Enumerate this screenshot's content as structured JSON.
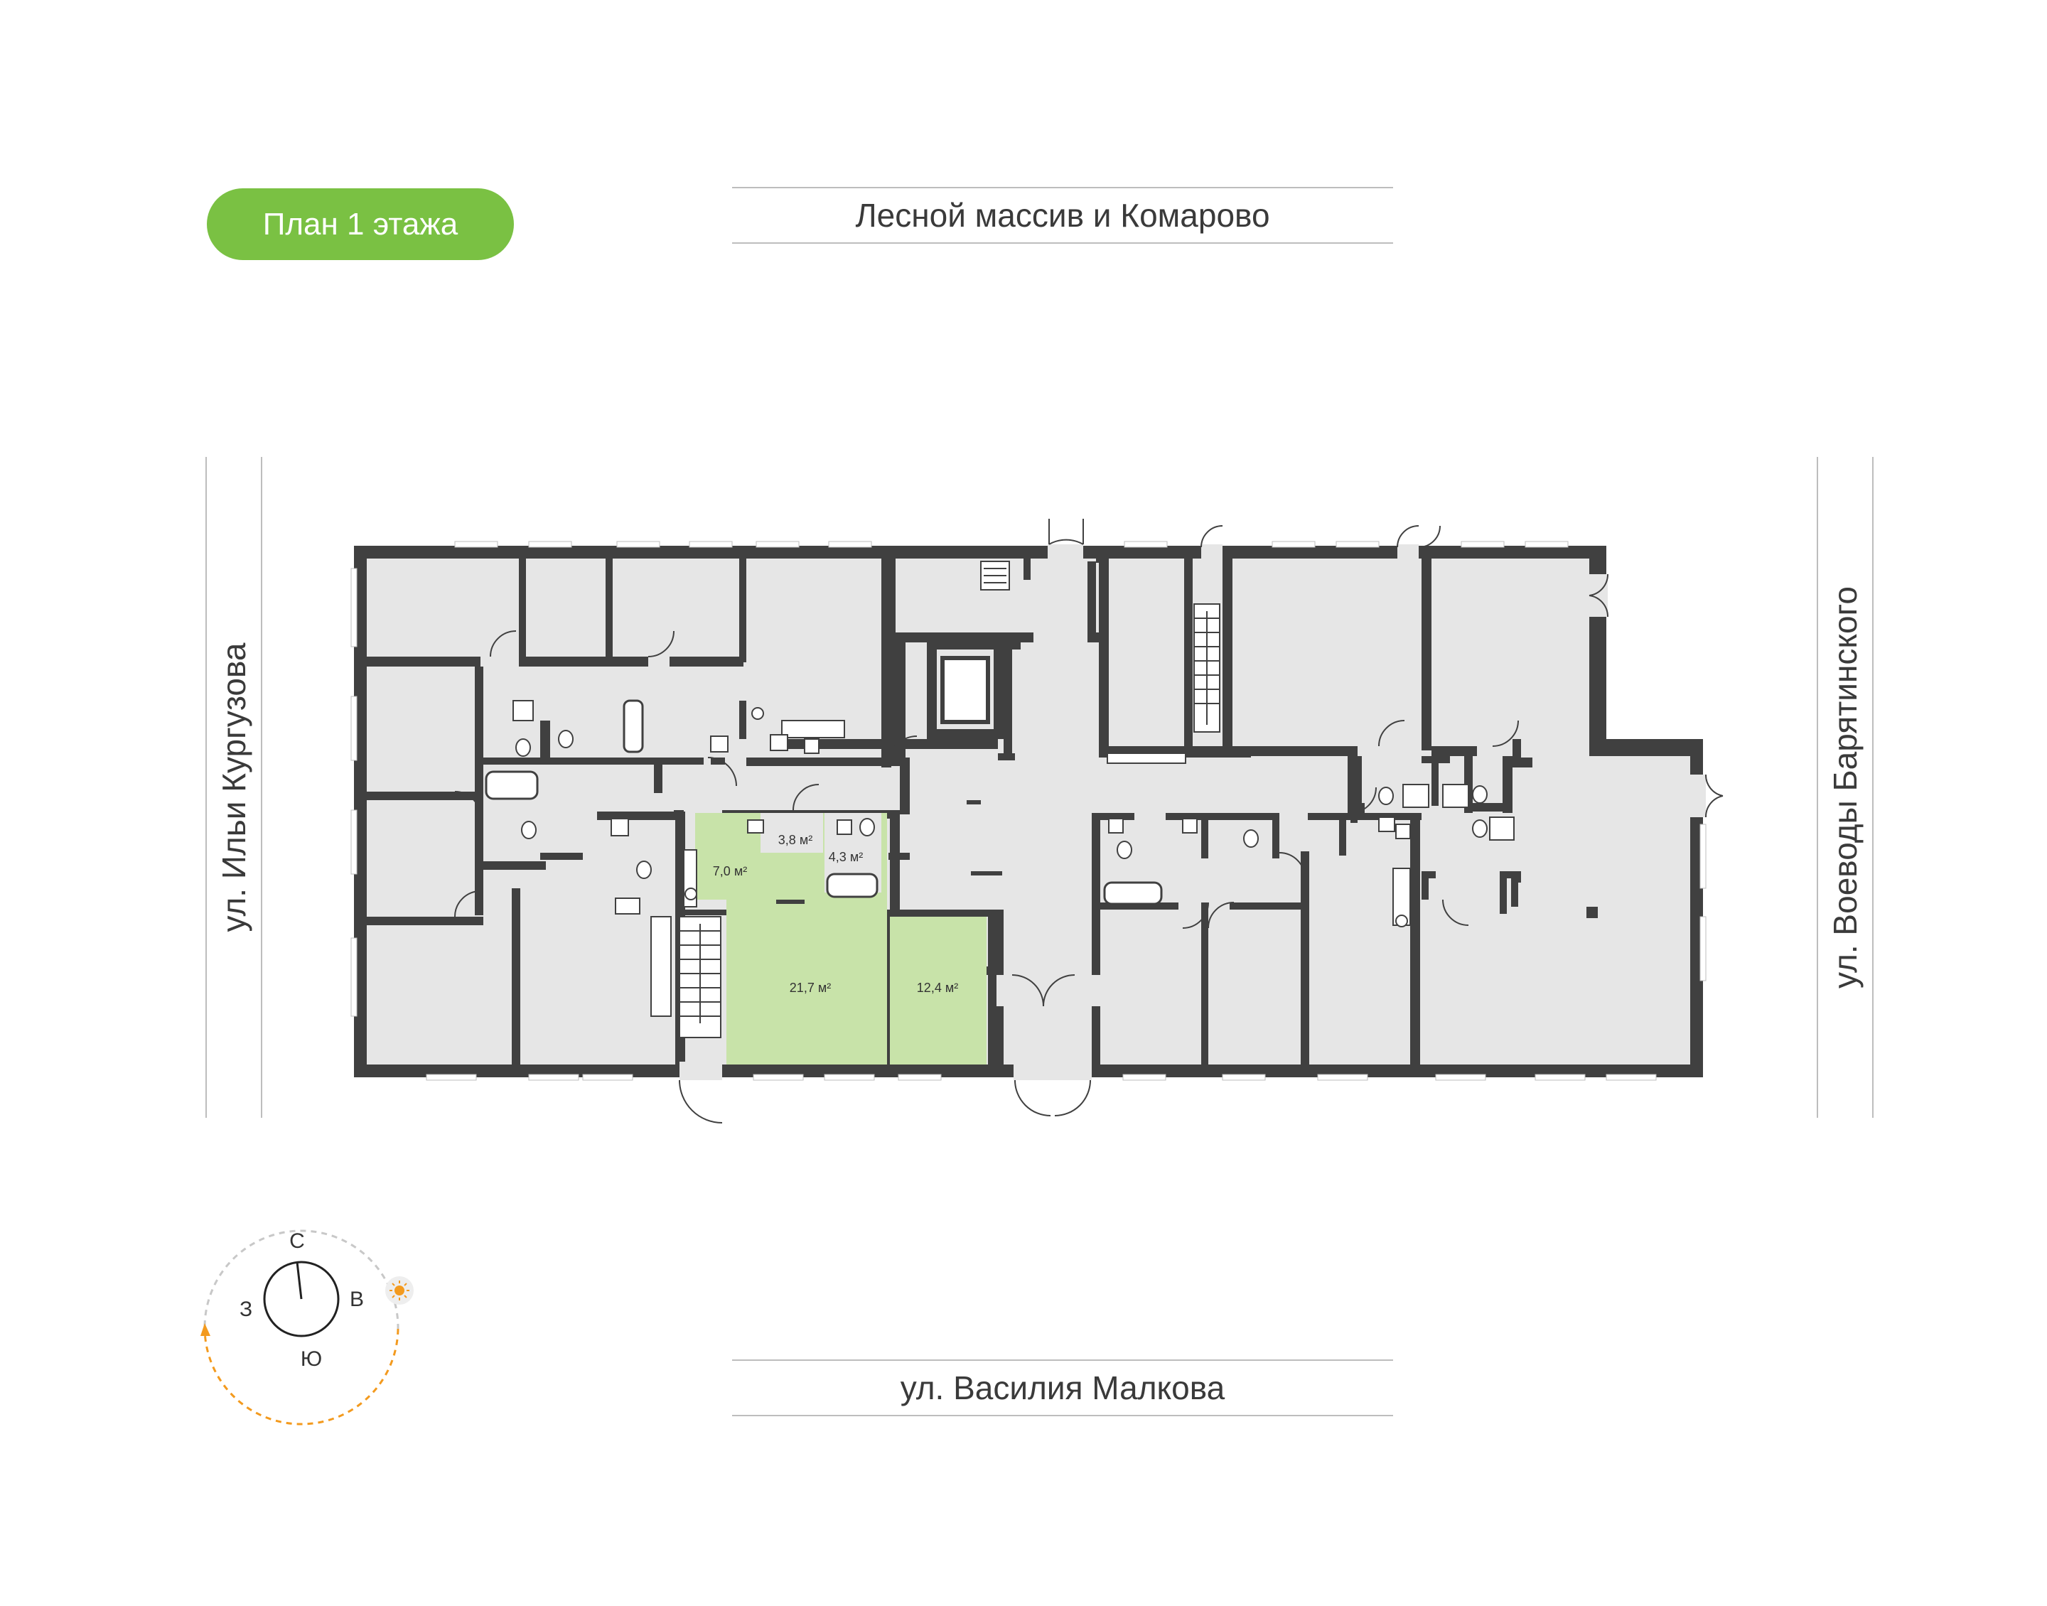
{
  "badge": {
    "label": "План 1 этажа"
  },
  "streets": {
    "north": "Лесной массив и Комарово",
    "south": "ул. Василия Малкова",
    "west": "ул. Ильи Кургузова",
    "east": "ул. Воеводы Барятинского"
  },
  "apartment": {
    "rooms": [
      {
        "area": "3,8 м²"
      },
      {
        "area": "4,3 м²"
      },
      {
        "area": "7,0 м²"
      },
      {
        "area": "21,7 м²"
      },
      {
        "area": "12,4 м²"
      }
    ]
  },
  "compass": {
    "north": "С",
    "east": "В",
    "south": "Ю",
    "west": "З"
  },
  "colors": {
    "badge": "#7ac143",
    "highlight": "#c8e3a9",
    "wall": "#404040",
    "floor": "#e6e6e6",
    "sun": "#f39a1e"
  }
}
